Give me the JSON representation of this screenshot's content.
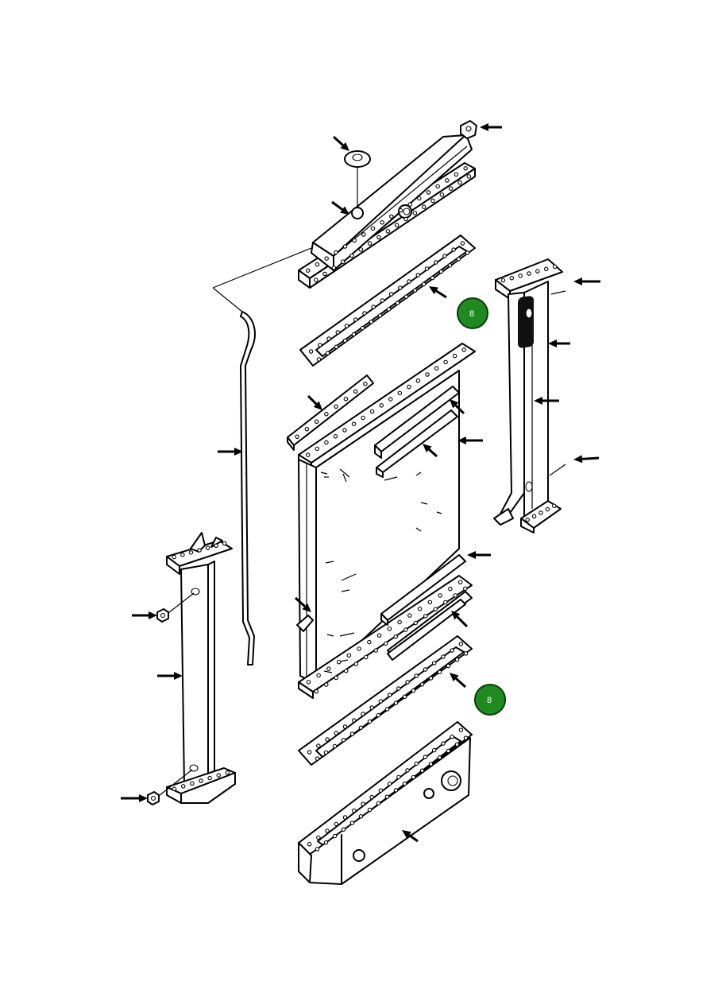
{
  "badges": [
    {
      "label": "8",
      "color": "#1f8a1f"
    },
    {
      "label": "8",
      "color": "#1f8a1f"
    }
  ],
  "parts": [
    "top-tank",
    "filler-neck",
    "radiator-cap",
    "drain-cock",
    "upper-gasket",
    "core-assembly",
    "upper-seal-strip",
    "left-side-seal-strip",
    "inner-seal-strips",
    "lower-seal-strips",
    "lower-gasket",
    "bottom-tank",
    "left-support-bracket",
    "right-support-bracket",
    "overflow-tube",
    "mounting-nut"
  ],
  "callout_arrow_count": 21
}
